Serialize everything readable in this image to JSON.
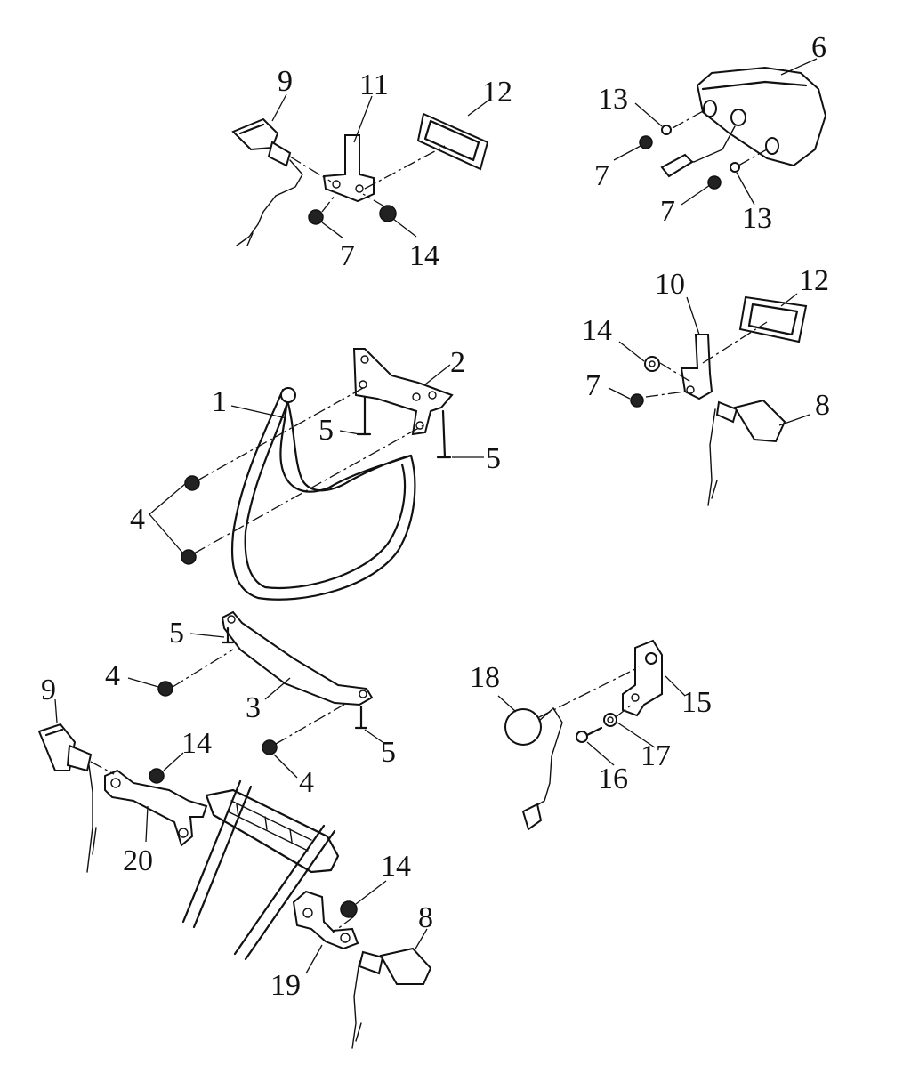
{
  "callouts": [
    {
      "id": "c9a",
      "text": "9"
    },
    {
      "id": "c11",
      "text": "11"
    },
    {
      "id": "c12a",
      "text": "12"
    },
    {
      "id": "c7a",
      "text": "7"
    },
    {
      "id": "c14a",
      "text": "14"
    },
    {
      "id": "c6",
      "text": "6"
    },
    {
      "id": "c13a",
      "text": "13"
    },
    {
      "id": "c7b",
      "text": "7"
    },
    {
      "id": "c7c",
      "text": "7"
    },
    {
      "id": "c13b",
      "text": "13"
    },
    {
      "id": "c10",
      "text": "10"
    },
    {
      "id": "c12b",
      "text": "12"
    },
    {
      "id": "c14b",
      "text": "14"
    },
    {
      "id": "c7d",
      "text": "7"
    },
    {
      "id": "c8a",
      "text": "8"
    },
    {
      "id": "c1",
      "text": "1"
    },
    {
      "id": "c2",
      "text": "2"
    },
    {
      "id": "c5a",
      "text": "5"
    },
    {
      "id": "c5b",
      "text": "5"
    },
    {
      "id": "c4a",
      "text": "4"
    },
    {
      "id": "c5c",
      "text": "5"
    },
    {
      "id": "c4b",
      "text": "4"
    },
    {
      "id": "c3",
      "text": "3"
    },
    {
      "id": "c5d",
      "text": "5"
    },
    {
      "id": "c4c",
      "text": "4"
    },
    {
      "id": "c9b",
      "text": "9"
    },
    {
      "id": "c14c",
      "text": "14"
    },
    {
      "id": "c20",
      "text": "20"
    },
    {
      "id": "c18",
      "text": "18"
    },
    {
      "id": "c15",
      "text": "15"
    },
    {
      "id": "c17",
      "text": "17"
    },
    {
      "id": "c16",
      "text": "16"
    },
    {
      "id": "c14d",
      "text": "14"
    },
    {
      "id": "c8b",
      "text": "8"
    },
    {
      "id": "c19",
      "text": "19"
    }
  ]
}
